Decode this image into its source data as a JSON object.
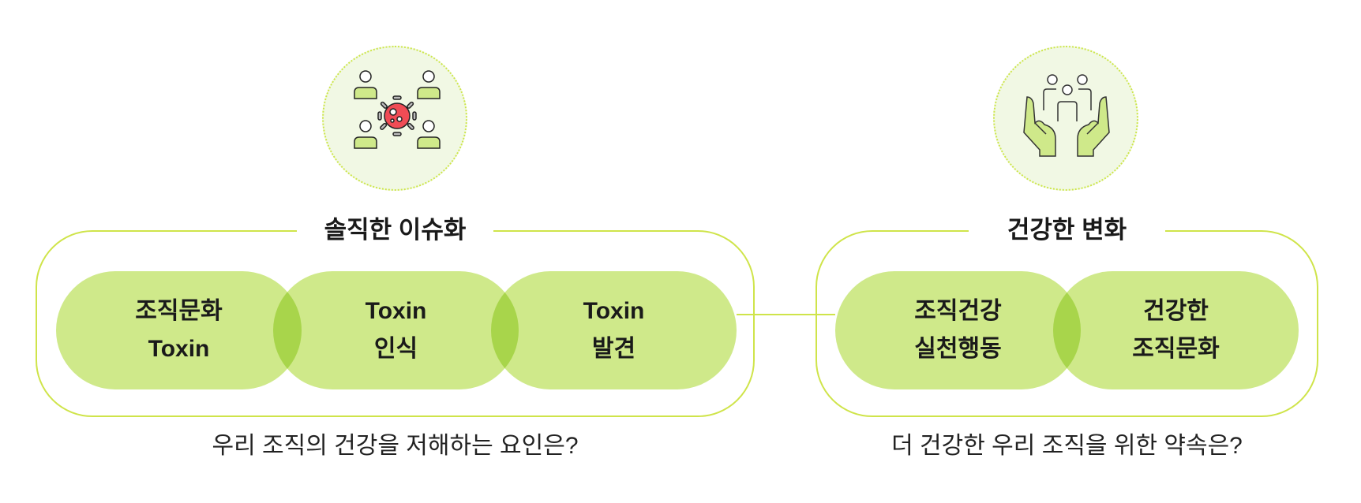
{
  "left_group": {
    "icon": "people-virus-icon",
    "title": "솔직한 이슈화",
    "steps": [
      {
        "line1": "조직문화",
        "line2": "Toxin"
      },
      {
        "line1": "Toxin",
        "line2": "인식"
      },
      {
        "line1": "Toxin",
        "line2": "발견"
      }
    ],
    "question": "우리 조직의 건강을 저해하는 요인은?"
  },
  "right_group": {
    "icon": "hands-holding-people-icon",
    "title": "건강한 변화",
    "steps": [
      {
        "line1": "조직건강",
        "line2": "실천행동"
      },
      {
        "line1": "건강한",
        "line2": "조직문화"
      }
    ],
    "question": "더 건강한 우리 조직을 위한 약속은?"
  },
  "colors": {
    "pill": "#cfe98a",
    "border": "#cfe44a",
    "circle_bg": "#f1f8e4",
    "virus": "#f04c55"
  }
}
